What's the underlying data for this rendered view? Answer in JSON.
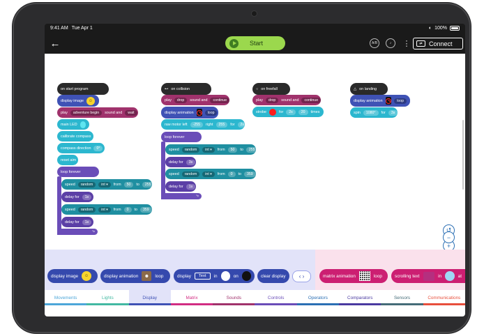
{
  "status": {
    "time": "9:41 AM",
    "date": "Tue Apr 1",
    "battery": "100%"
  },
  "toolbar": {
    "back_icon": "←",
    "start_label": "Start",
    "icon_a": "A/B",
    "menu_icon": "⋮",
    "connect_label": "Connect",
    "connect_icon": "⇄"
  },
  "program": {
    "col1": {
      "hat": "on start program",
      "display_image": "display image",
      "play": "play",
      "play_sound": "adventure begin",
      "play_mode": "sound and",
      "play_wait": "wait",
      "main_led": "main LED",
      "calibrate": "calibrate compass",
      "compass": "compass direction",
      "compass_val": "0°",
      "reset_aim": "reset aim",
      "loop": "loop forever",
      "speed": "speed",
      "random": "random",
      "int": "int",
      "from": "from",
      "to": "to",
      "s1_from": "50",
      "s1_to": "255",
      "delay": "delay for",
      "d1": "1s",
      "s2_from": "0",
      "s2_to": "359",
      "d2": "1s"
    },
    "col2": {
      "hat": "on collision",
      "play": "play",
      "sound": "drop",
      "mode": "sound and",
      "cont": "continue",
      "display_anim": "display animation",
      "loop": "loop",
      "raw_motor": "raw motor left",
      "left_val": "-255",
      "right": "right",
      "right_val": "255",
      "for": "for",
      "dur": "2s",
      "loop_forever": "loop forever",
      "speed": "speed",
      "random": "random",
      "int": "int",
      "from": "from",
      "to": "to",
      "s1_from": "50",
      "s1_to": "255",
      "delay": "delay for",
      "d1": "3s",
      "s2_from": "0",
      "s2_to": "359",
      "d2": "1s"
    },
    "col3": {
      "hat": "on freefall",
      "play": "play",
      "sound": "drop",
      "mode": "sound and",
      "cont": "continue",
      "strobe": "strobe",
      "for": "for",
      "dur": "2s",
      "count": "20",
      "times": "times"
    },
    "col4": {
      "hat": "on landing",
      "display_anim": "display animation",
      "loop": "loop",
      "spin": "spin",
      "spin_val": "1080°",
      "for": "for",
      "dur": "3s"
    }
  },
  "zoom": {
    "reset_icon": "↺",
    "in_icon": "+",
    "out_icon": "−"
  },
  "palette": {
    "display_image": "display image",
    "display_animation": "display animation",
    "loop": "loop",
    "display": "display",
    "text_value": "Text",
    "in": "in",
    "on": "on",
    "clear_display": "clear display",
    "nav": "‹ ›",
    "matrix_animation": "matrix animation",
    "matrix_loop": "loop",
    "scrolling_text": "scrolling text",
    "scroll_in": "in",
    "scroll_at": "at"
  },
  "tabs": [
    {
      "label": "Movements",
      "color": "#4da6d9",
      "text_color": "#4da6d9"
    },
    {
      "label": "Lights",
      "color": "#43b9a2",
      "text_color": "#43b9a2"
    },
    {
      "label": "Display",
      "color": "#3f52b5",
      "text_color": "#3f52b5"
    },
    {
      "label": "Matrix",
      "color": "#d22d83",
      "text_color": "#d22d83"
    },
    {
      "label": "Sounds",
      "color": "#a0326c",
      "text_color": "#a0326c"
    },
    {
      "label": "Controls",
      "color": "#6a4db8",
      "text_color": "#6a4db8"
    },
    {
      "label": "Operators",
      "color": "#2b6fb4",
      "text_color": "#2b6fb4"
    },
    {
      "label": "Comparators",
      "color": "#4a3aa0",
      "text_color": "#4a3aa0"
    },
    {
      "label": "Sensors",
      "color": "#456c78",
      "text_color": "#456c78"
    },
    {
      "label": "Communications",
      "color": "#e84f3c",
      "text_color": "#e84f3c"
    }
  ]
}
